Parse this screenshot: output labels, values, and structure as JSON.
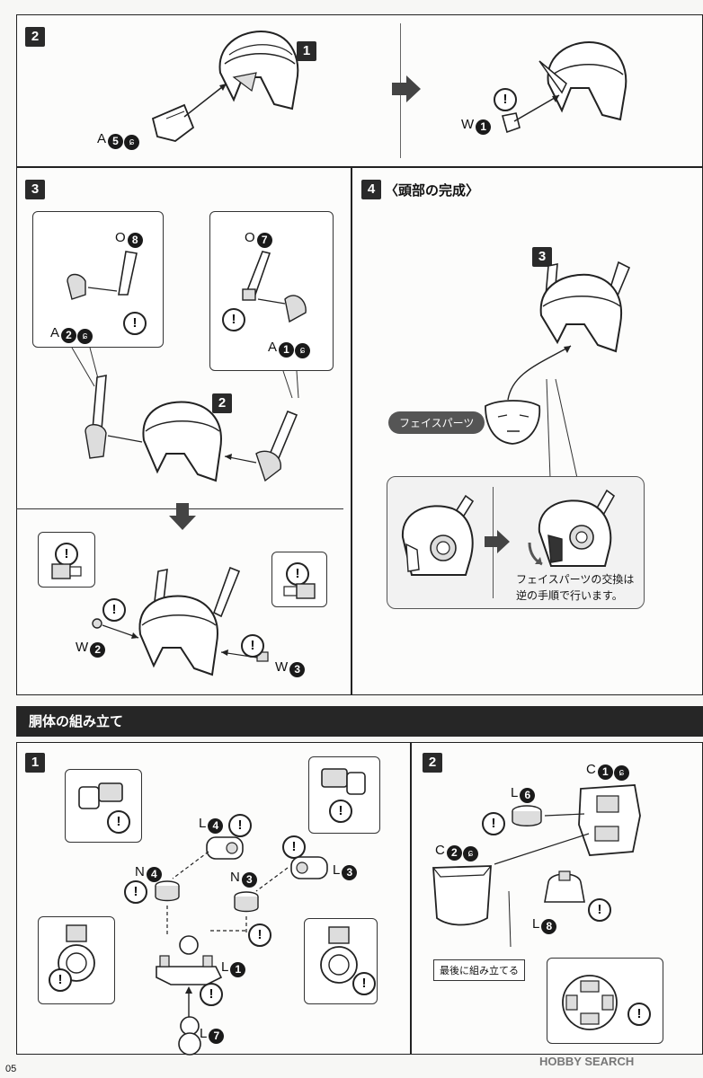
{
  "section_head": {
    "step2": {
      "num": "2",
      "helmet_num": "1",
      "part_a": "A",
      "part_a_n": "5",
      "part_w": "W",
      "part_w_n": "1"
    },
    "step3": {
      "num": "3",
      "part_o8": "O",
      "o8_n": "8",
      "part_a2": "A",
      "a2_n": "2",
      "part_o7": "O",
      "o7_n": "7",
      "part_a1": "A",
      "a1_n": "1",
      "helmet_num": "2",
      "part_w2": "W",
      "w2_n": "2",
      "part_w3": "W",
      "w3_n": "3"
    },
    "step4": {
      "num": "4",
      "title": "〈頭部の完成〉",
      "helmet_num": "3",
      "face_parts_label": "フェイスパーツ",
      "note_line1": "フェイスパーツの交換は",
      "note_line2": "逆の手順で行います。"
    }
  },
  "torso": {
    "banner": "胴体の組み立て",
    "step1": {
      "num": "1",
      "l4": "L",
      "l4_n": "4",
      "l3": "L",
      "l3_n": "3",
      "n4": "N",
      "n4_n": "4",
      "n3": "N",
      "n3_n": "3",
      "l1": "L",
      "l1_n": "1",
      "l7": "L",
      "l7_n": "7"
    },
    "step2": {
      "num": "2",
      "c1": "C",
      "c1_n": "1",
      "l6": "L",
      "l6_n": "6",
      "c2": "C",
      "c2_n": "2",
      "l8": "L",
      "l8_n": "8",
      "note": "最後に組み立てる"
    }
  },
  "symbols": {
    "warn": "!",
    "glue": "ɕ"
  },
  "footer": {
    "page": "05",
    "watermark": "HOBBY SEARCH"
  }
}
